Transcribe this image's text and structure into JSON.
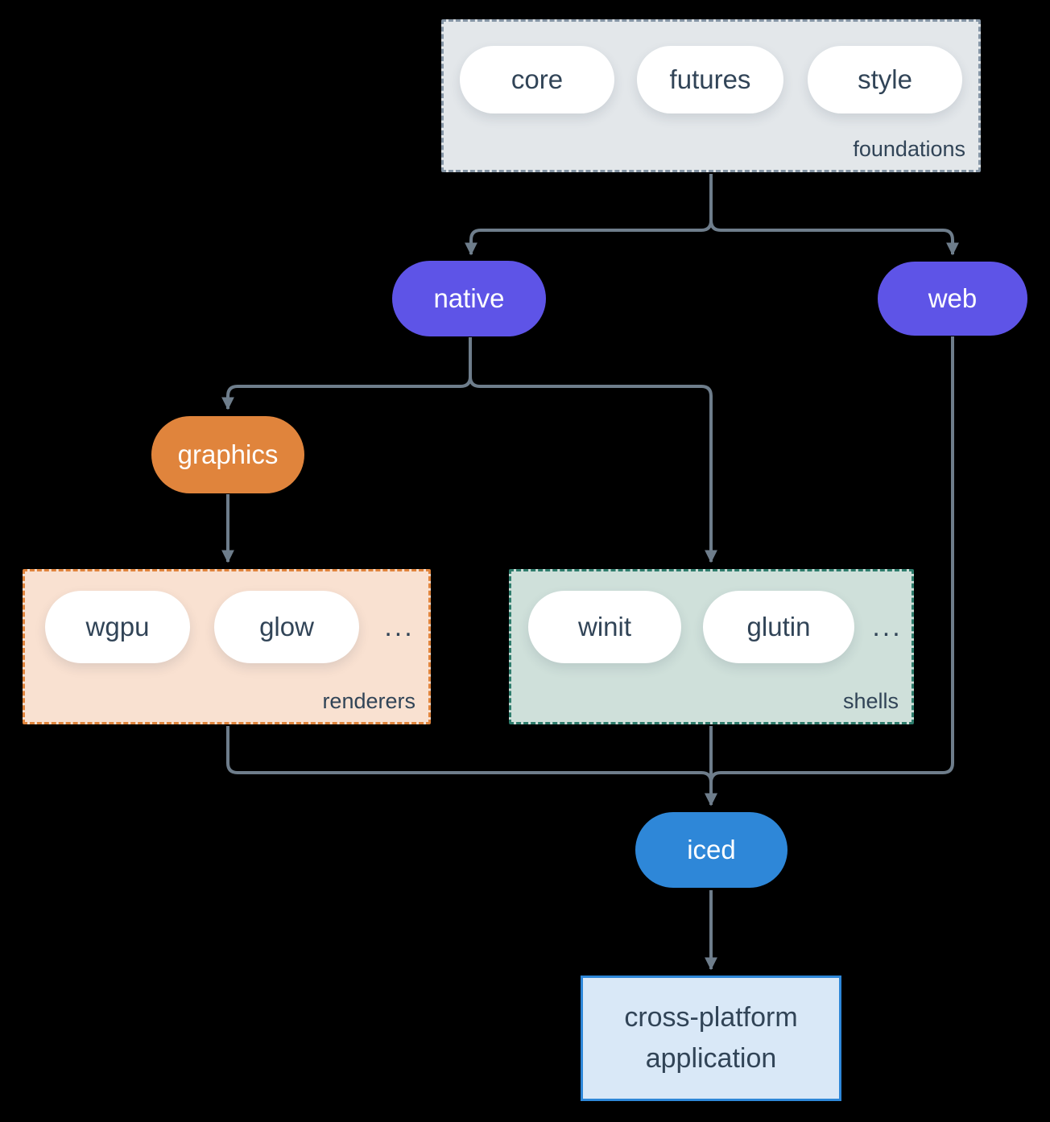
{
  "colors": {
    "background": "#000000",
    "edge": "#6e7d8b",
    "purple": "#5e54e7",
    "orange": "#e0843c",
    "blue": "#2e87d8",
    "text_dark": "#314457",
    "foundations_fill": "#e3e7ea",
    "foundations_border": "#8595a5",
    "renderers_fill": "#f9e1d1",
    "renderers_border": "#e0843c",
    "shells_fill": "#cfe0da",
    "shells_border": "#2e7c6c",
    "app_fill": "#d9e8f7"
  },
  "diagram": {
    "foundations": {
      "label": "foundations",
      "items": [
        "core",
        "futures",
        "style"
      ]
    },
    "native": {
      "label": "native"
    },
    "web": {
      "label": "web"
    },
    "graphics": {
      "label": "graphics"
    },
    "renderers": {
      "label": "renderers",
      "items": [
        "wgpu",
        "glow",
        "..."
      ]
    },
    "shells": {
      "label": "shells",
      "items": [
        "winit",
        "glutin",
        "..."
      ]
    },
    "iced": {
      "label": "iced"
    },
    "application": {
      "lines": [
        "cross-platform",
        "application"
      ]
    }
  }
}
